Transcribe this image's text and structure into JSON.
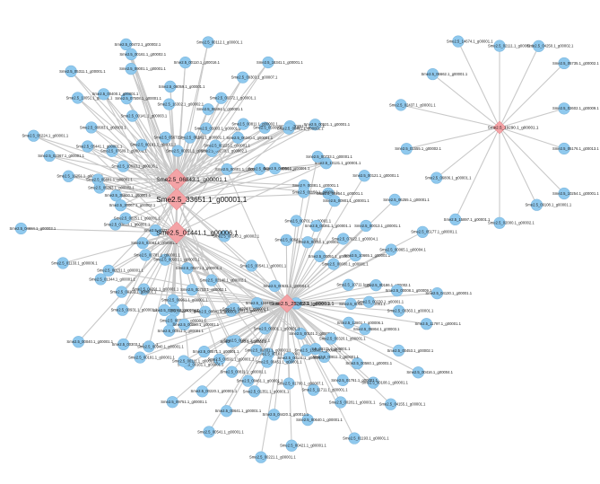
{
  "network": {
    "hubs": [
      {
        "id": "h1",
        "label": "Sme2.5_06843.1_g00001.1"
      },
      {
        "id": "h2",
        "label": "Sme2.5_33651.1_g00001.1"
      },
      {
        "id": "h3",
        "label": "Sme2.5_01441.1_g00006.1"
      },
      {
        "id": "h4",
        "label": "Sme2.5_25362.1_g00001.1"
      },
      {
        "id": "h5",
        "label": "Sme2.5_19290.1_g00001.1"
      }
    ],
    "nodes": [
      {
        "label": "Sme2.5_35600.1_g00001.1",
        "hubs": [
          "h1",
          "h2"
        ]
      },
      {
        "label": "Sme2.5_05263.1_g00002.1",
        "hubs": [
          "h1",
          "h2"
        ]
      },
      {
        "label": "Sme2.5_30067.1_g00002.1",
        "hubs": [
          "h1",
          "h2",
          "h3"
        ]
      },
      {
        "label": "Sme2.5_16251.1_g00001.1",
        "hubs": [
          "h1",
          "h2"
        ]
      },
      {
        "label": "Sme2.5_02367.1_g00001.1",
        "hubs": [
          "h1",
          "h2"
        ]
      },
      {
        "label": "Sme2.5_05601.1_g00001.1",
        "hubs": [
          "h1",
          "h2",
          "h3"
        ]
      },
      {
        "label": "Sme2.5_06224.1_g00001.1",
        "hubs": [
          "h1",
          "h2"
        ]
      },
      {
        "label": "Sme2.5_10633.1_g00016.1",
        "hubs": [
          "h1",
          "h2"
        ]
      },
      {
        "label": "Sme2.5_07509.1_g00002.1",
        "hubs": [
          "h1",
          "h2"
        ]
      },
      {
        "label": "Sme2.5_00683.1_g00003.1",
        "hubs": [
          "h1",
          "h2"
        ]
      },
      {
        "label": "Sme2.5_10051.1_g00001.1",
        "hubs": [
          "h1",
          "h2"
        ]
      },
      {
        "label": "Sme2.5_05441.1_g00001.1",
        "hubs": [
          "h1",
          "h2",
          "h3"
        ]
      },
      {
        "label": "Sme2.5_05311.1_g00001.1",
        "hubs": [
          "h1",
          "h2"
        ]
      },
      {
        "label": "Sme2.5_06181.1_g00011.1",
        "hubs": [
          "h1",
          "h2"
        ]
      },
      {
        "label": "Sme2.5_00141.1_g00003.1",
        "hubs": [
          "h1",
          "h2"
        ]
      },
      {
        "label": "Sme2.5_07508.1_g00001.1",
        "hubs": [
          "h1",
          "h2"
        ]
      },
      {
        "label": "Sme2.5_09001.1_g00001.1",
        "hubs": [
          "h1",
          "h2"
        ]
      },
      {
        "label": "Sme2.5_00472.1_g00002.1",
        "hubs": [
          "h1",
          "h2"
        ]
      },
      {
        "label": "Sme2.5_05671.1_g00001.1",
        "hubs": [
          "h1",
          "h2"
        ]
      },
      {
        "label": "Sme2.5_00400.1_g00001.1",
        "hubs": [
          "h1",
          "h2",
          "h3"
        ]
      },
      {
        "label": "Sme2.5_16302.1_g00002.1",
        "hubs": [
          "h1",
          "h2"
        ]
      },
      {
        "label": "Sme2.5_08059.1_g00001.1",
        "hubs": [
          "h1",
          "h2"
        ]
      },
      {
        "label": "Sme2.5_00161.1_g00002.1",
        "hubs": [
          "h1",
          "h2",
          "h3"
        ]
      },
      {
        "label": "Sme2.5_00110.1_g00016.1",
        "hubs": [
          "h1",
          "h2"
        ]
      },
      {
        "label": "Sme2.5_00112.1_g00001.1",
        "hubs": [
          "h1",
          "h2"
        ]
      },
      {
        "label": "Sme2.5_00241.1_g00001.1",
        "hubs": [
          "h1",
          "h2"
        ]
      },
      {
        "label": "Sme2.5_06494.1_g00001.1",
        "hubs": [
          "h1",
          "h2"
        ]
      },
      {
        "label": "Sme2.5_00372.1_g00001.1",
        "hubs": [
          "h1",
          "h2"
        ]
      },
      {
        "label": "Sme2.5_00351.1_g00003.1",
        "hubs": [
          "h1",
          "h2",
          "h3"
        ]
      },
      {
        "label": "Sme2.5_09303.1_g00007.1",
        "hubs": [
          "h1",
          "h2"
        ]
      },
      {
        "label": "Sme2.5_16341.1_g00001.1",
        "hubs": [
          "h1",
          "h2"
        ]
      },
      {
        "label": "Sme2.5_00270.1_g00002.1",
        "hubs": [
          "h1",
          "h2"
        ]
      },
      {
        "label": "Sme2.5_06340.1_g00001.1",
        "hubs": [
          "h1",
          "h2"
        ]
      },
      {
        "label": "Sme2.5_05009.1_g00001.1",
        "hubs": [
          "h1",
          "h2"
        ]
      },
      {
        "label": "Sme2.5_05003.1_g00001.1",
        "hubs": [
          "h1",
          "h2",
          "h3"
        ]
      },
      {
        "label": "Sme2.5_10223.1_g00001.1",
        "hubs": [
          "h1",
          "h2",
          "h4"
        ]
      },
      {
        "label": "Sme2.5_00251.1_g00001.1",
        "hubs": [
          "h1",
          "h2"
        ]
      },
      {
        "label": "Sme2.5_00521.1_g00001.1",
        "hubs": [
          "h1",
          "h2"
        ]
      },
      {
        "label": "Sme2.5_00811.1_g00002.1",
        "hubs": [
          "h1",
          "h2",
          "h3"
        ]
      },
      {
        "label": "Sme2.5_00401.1_g00001.1",
        "hubs": [
          "h1",
          "h2"
        ]
      },
      {
        "label": "Sme2.5_04291.1_g00001.1",
        "hubs": [
          "h1",
          "h2"
        ]
      },
      {
        "label": "Sme2.5_00481.1_g00001.1",
        "hubs": [
          "h1",
          "h2",
          "h3"
        ]
      },
      {
        "label": "Sme2.5_10131.1_g00001.1",
        "hubs": [
          "h1",
          "h2",
          "h3"
        ]
      },
      {
        "label": "Sme2.5_04064.1_g00001.1",
        "hubs": [
          "h1",
          "h2"
        ]
      },
      {
        "label": "Sme2.5_00381.1_g00001.1",
        "hubs": [
          "h1",
          "h2"
        ]
      },
      {
        "label": "Sme2.5_00254.1_g00001.1",
        "hubs": [
          "h1",
          "h2"
        ]
      },
      {
        "label": "Sme2.5_00223.1_g00001.1",
        "hubs": [
          "h1",
          "h2",
          "h4"
        ]
      },
      {
        "label": "Sme2.5_00140.1_g00002.1",
        "hubs": [
          "h2",
          "h3"
        ]
      },
      {
        "label": "Sme2.5_02140.1_g00002.1",
        "hubs": [
          "h2",
          "h3"
        ]
      },
      {
        "label": "Sme2.5_06234.1_g00001.1",
        "hubs": [
          "h2",
          "h3"
        ]
      },
      {
        "label": "Sme2.5_00931.1_g00001.1",
        "hubs": [
          "h2",
          "h3"
        ]
      },
      {
        "label": "Sme2.5_03081.1_g00001.1",
        "hubs": [
          "h2",
          "h3"
        ]
      },
      {
        "label": "Sme2.5_03810.1_g00001.1",
        "hubs": [
          "h2",
          "h3"
        ]
      },
      {
        "label": "Sme2.5_00541.1_g00001.1",
        "hubs": [
          "h2",
          "h3",
          "h4"
        ]
      },
      {
        "label": "Sme2.5_01301.1_g00001.1",
        "hubs": [
          "h2",
          "h3",
          "h4"
        ]
      },
      {
        "label": "Sme2.5_00321.1_g00001.1",
        "hubs": [
          "h2",
          "h3",
          "h4"
        ]
      },
      {
        "label": "Sme2.5_00151.1_g00001.1",
        "hubs": [
          "h2",
          "h3",
          "h4"
        ]
      },
      {
        "label": "Sme2.5_03619.1_g00001.1",
        "hubs": [
          "h3"
        ]
      },
      {
        "label": "Sme2.5_00303.1_g00001.1",
        "hubs": [
          "h3"
        ]
      },
      {
        "label": "Sme2.5_00531.1_g00001.1",
        "hubs": [
          "h3",
          "h4"
        ]
      },
      {
        "label": "Sme2.5_05311.1_g00001.1",
        "hubs": [
          "h3",
          "h4"
        ]
      },
      {
        "label": "Sme2.5_00101.1_g00001.1",
        "hubs": [
          "h3",
          "h4"
        ]
      },
      {
        "label": "Sme2.5_00171.1_g00001.1",
        "hubs": [
          "h3",
          "h4"
        ]
      },
      {
        "label": "Sme2.5_00040.1_g00001.1",
        "hubs": [
          "h3"
        ]
      },
      {
        "label": "Sme2.5_01344.1_g00001.1",
        "hubs": [
          "h3"
        ]
      },
      {
        "label": "Sme2.5_01133.1_g00006.1",
        "hubs": [
          "h3"
        ]
      },
      {
        "label": "Sme2.5_04684.1_g00003.1",
        "hubs": [
          "h3"
        ]
      },
      {
        "label": "Sme2.5_12441.1_g00001.1",
        "hubs": [
          "h3",
          "h4"
        ]
      },
      {
        "label": "Sme2.5_00301.1_g00001.1",
        "hubs": [
          "h3",
          "h4"
        ]
      },
      {
        "label": "Sme2.5_00161.1_g00002.1",
        "hubs": [
          "h3",
          "h4"
        ]
      },
      {
        "label": "Sme2.5_00461.1_g00001.1",
        "hubs": [
          "h3",
          "h4"
        ]
      },
      {
        "label": "Sme2.5_04224.1_g00002.1",
        "hubs": [
          "h3",
          "h4"
        ]
      },
      {
        "label": "Sme2.5_00520.1_g00001.1",
        "hubs": [
          "h3",
          "h4"
        ]
      },
      {
        "label": "Sme2.5_00591.1_g00001.1",
        "hubs": [
          "h3",
          "h4"
        ]
      },
      {
        "label": "Sme2.5_00161.1_g00001.1",
        "hubs": [
          "h3",
          "h4"
        ]
      },
      {
        "label": "Sme2.5_00041.1_g00001.1",
        "hubs": [
          "h3",
          "h4"
        ]
      },
      {
        "label": "Sme2.5_00080.1_g00001.1",
        "hubs": [
          "h3",
          "h4"
        ]
      },
      {
        "label": "Sme2.5_00911.1_g00001.1",
        "hubs": [
          "h3",
          "h4"
        ]
      },
      {
        "label": "Sme2.5_00940.1_g00001.1",
        "hubs": [
          "h3",
          "h4"
        ]
      },
      {
        "label": "Sme2.5_00753.1_g00002.1",
        "hubs": [
          "h3",
          "h4"
        ]
      },
      {
        "label": "Sme2.5_00961.1_g00001.1",
        "hubs": [
          "h3",
          "h4"
        ]
      },
      {
        "label": "Sme2.5_04391.1_g00001.1",
        "hubs": [
          "h3",
          "h4"
        ]
      },
      {
        "label": "Sme2.5_00103.1_g00001.1",
        "hubs": [
          "h3",
          "h4"
        ]
      },
      {
        "label": "Sme2.5_00471.1_g00001.1",
        "hubs": [
          "h3",
          "h4"
        ]
      },
      {
        "label": "Sme2.5_00931.1_g00001.1",
        "hubs": [
          "h3",
          "h4"
        ]
      },
      {
        "label": "Sme2.5_00781.1_g00001.1",
        "hubs": [
          "h3",
          "h4"
        ]
      },
      {
        "label": "Sme2.5_00251.1_g00001.1",
        "hubs": [
          "h3",
          "h4"
        ]
      },
      {
        "label": "Sme2.5_00641.1_g00001.1",
        "hubs": [
          "h4"
        ]
      },
      {
        "label": "Sme2.5_00701.1_g00001.1",
        "hubs": [
          "h4"
        ]
      },
      {
        "label": "Sme2.5_01150.1_g00001.1",
        "hubs": [
          "h4"
        ]
      },
      {
        "label": "Sme2.5_00733.1_g00001.1",
        "hubs": [
          "h4"
        ]
      },
      {
        "label": "Sme2.5_00011.1_g00001.1",
        "hubs": [
          "h4"
        ]
      },
      {
        "label": "Sme2.5_00361.1_g00001.1",
        "hubs": [
          "h4"
        ]
      },
      {
        "label": "Sme2.5_00901.1_g00001.1",
        "hubs": [
          "h4"
        ]
      },
      {
        "label": "Sme2.5_00121.1_g00001.1",
        "hubs": [
          "h4"
        ]
      },
      {
        "label": "Sme2.5_00051.1_g00001.1",
        "hubs": [
          "h4"
        ]
      },
      {
        "label": "Sme2.5_07622.1_g00004.1",
        "hubs": [
          "h4"
        ]
      },
      {
        "label": "Sme2.5_00013.1_g00001.1",
        "hubs": [
          "h4"
        ]
      },
      {
        "label": "Sme2.5_06255.1_g00001.1",
        "hubs": [
          "h4"
        ]
      },
      {
        "label": "Sme2.5_00680.1_g00001.1",
        "hubs": [
          "h4"
        ]
      },
      {
        "label": "Sme2.5_10665.1_g00001.1",
        "hubs": [
          "h4"
        ]
      },
      {
        "label": "Sme2.5_00065.1_g00004.1",
        "hubs": [
          "h4"
        ]
      },
      {
        "label": "Sme2.5_05177.1_g00001.1",
        "hubs": [
          "h4"
        ]
      },
      {
        "label": "Sme2.5_10711.1_g00002.1",
        "hubs": [
          "h4"
        ]
      },
      {
        "label": "Sme2.5_00186.1_g00002.1",
        "hubs": [
          "h4"
        ]
      },
      {
        "label": "Sme2.5_00008.1_g00009.1",
        "hubs": [
          "h4"
        ]
      },
      {
        "label": "Sme2.5_04130.1_g00001.1",
        "hubs": [
          "h4"
        ]
      },
      {
        "label": "Sme2.5_00664.1_g00001.1",
        "hubs": [
          "h4"
        ]
      },
      {
        "label": "Sme2.5_00230.1_g00001.1",
        "hubs": [
          "h4"
        ]
      },
      {
        "label": "Sme2.5_00363.1_g00001.1",
        "hubs": [
          "h4"
        ]
      },
      {
        "label": "Sme2.5_11797.1_g00001.1",
        "hubs": [
          "h4"
        ]
      },
      {
        "label": "Sme2.5_12801.1_g00006.1",
        "hubs": [
          "h4"
        ]
      },
      {
        "label": "Sme2.5_06864.1_g00003.1",
        "hubs": [
          "h4"
        ]
      },
      {
        "label": "Sme2.5_00453.1_g00002.1",
        "hubs": [
          "h4"
        ]
      },
      {
        "label": "Sme2.5_00416.1_g00004.1",
        "hubs": [
          "h4"
        ]
      },
      {
        "label": "Sme2.5_00320.1_g00001.1",
        "hubs": [
          "h4"
        ]
      },
      {
        "label": "Sme2.5_00560.1_g00001.1",
        "hubs": [
          "h4"
        ]
      },
      {
        "label": "Sme2.5_00108.1_g00001.1",
        "hubs": [
          "h4"
        ]
      },
      {
        "label": "Sme2.5_04155.1_g00001.1",
        "hubs": [
          "h4"
        ]
      },
      {
        "label": "Sme2.5_00811.1_g00001.1",
        "hubs": [
          "h4"
        ]
      },
      {
        "label": "Sme2.5_01761.1_g00001.1",
        "hubs": [
          "h4"
        ]
      },
      {
        "label": "Sme2.5_00281.1_g00001.1",
        "hubs": [
          "h4"
        ]
      },
      {
        "label": "Sme2.5_01193.1_g00001.1",
        "hubs": [
          "h4"
        ]
      },
      {
        "label": "Sme2.5_13500.1_g00001.1",
        "hubs": [
          "h4"
        ]
      },
      {
        "label": "Sme2.5_11711.1_g00001.1",
        "hubs": [
          "h4"
        ]
      },
      {
        "label": "Sme2.5_00640.1_g00001.1",
        "hubs": [
          "h4"
        ]
      },
      {
        "label": "Sme2.5_00421.1_g00001.1",
        "hubs": [
          "h4"
        ]
      },
      {
        "label": "Sme2.5_00131.1_g00001.1",
        "hubs": [
          "h4"
        ]
      },
      {
        "label": "Sme2.5_01700.1_g00007.1",
        "hubs": [
          "h4"
        ]
      },
      {
        "label": "Sme2.5_04420.1_g00014.1",
        "hubs": [
          "h4"
        ]
      },
      {
        "label": "Sme2.5_00221.1_g00001.1",
        "hubs": [
          "h4"
        ]
      },
      {
        "label": "Sme2.5_00451.1_g00001.1",
        "hubs": [
          "h4"
        ]
      },
      {
        "label": "Sme2.5_01351.1_g00001.1",
        "hubs": [
          "h4"
        ]
      },
      {
        "label": "Sme2.5_00641.1_g00001.1",
        "hubs": [
          "h4"
        ]
      },
      {
        "label": "Sme2.5_00541.1_g00001.1",
        "hubs": [
          "h4"
        ]
      },
      {
        "label": "Sme2.5_00331.1_g00001.1",
        "hubs": [
          "h4"
        ]
      },
      {
        "label": "Sme2.5_00811.1_g00001.1",
        "hubs": [
          "h4"
        ]
      },
      {
        "label": "Sme2.5_00220.1_g00001.1",
        "hubs": [
          "h4"
        ]
      },
      {
        "label": "Sme2.5_09751.1_g00001.1",
        "hubs": [
          "h4"
        ]
      },
      {
        "label": "Sme2.5_00961.1_g00001.1",
        "hubs": [
          "h4"
        ]
      },
      {
        "label": "Sme2.5_00571.1_g00001.1",
        "hubs": [
          "h4"
        ]
      },
      {
        "label": "Sme2.5_00111.1_g00001.1",
        "hubs": [
          "h4"
        ]
      },
      {
        "label": "Sme2.5_00191.1_g00001.1",
        "hubs": [
          "h4"
        ]
      },
      {
        "label": "Sme2.5_02111.1_g00001.1",
        "hubs": [
          "h5"
        ]
      },
      {
        "label": "Sme2.5_04250.1_g00002.1",
        "hubs": [
          "h5"
        ]
      },
      {
        "label": "Sme2.5_05735.1_g00002.1",
        "hubs": [
          "h5"
        ]
      },
      {
        "label": "Sme2.5_02602.1_g00009.1",
        "hubs": [
          "h5"
        ]
      },
      {
        "label": "Sme2.5_05176.1_g00013.1",
        "hubs": [
          "h5"
        ]
      },
      {
        "label": "Sme2.5_10254.1_g00001.1",
        "hubs": [
          "h5"
        ]
      },
      {
        "label": "Sme2.5_09108.1_g00001.1",
        "hubs": [
          "h5"
        ]
      },
      {
        "label": "Sme2.5_02000.1_g00002.1",
        "hubs": [
          "h5"
        ]
      },
      {
        "label": "Sme2.5_15897.1_g00001.1",
        "hubs": [
          "h5"
        ]
      },
      {
        "label": "Sme2.5_06806.1_g00001.1",
        "hubs": [
          "h5"
        ]
      },
      {
        "label": "Sme2.5_01555.1_g00002.1",
        "hubs": [
          "h5"
        ]
      },
      {
        "label": "Sme2.5_02437.1_g00001.1",
        "hubs": [
          "h5"
        ]
      },
      {
        "label": "Sme2.5_06662.1_g00001.1",
        "hubs": [
          "h5"
        ]
      },
      {
        "label": "Sme2.5_14674.1_g00001.1",
        "hubs": [
          "h5"
        ]
      }
    ]
  }
}
